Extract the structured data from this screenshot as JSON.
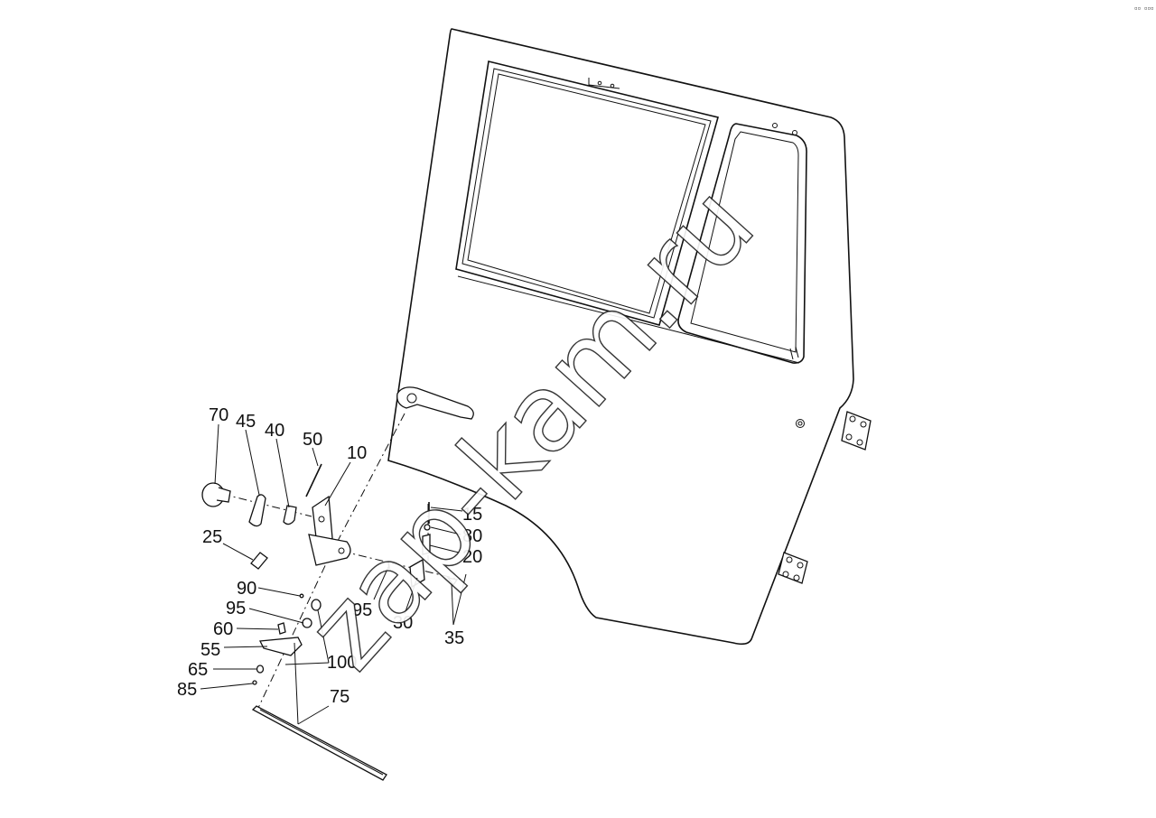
{
  "watermark": "zap-kam.ru",
  "corner_mark": "▫▫ ▫▫▫",
  "labels": [
    "70",
    "45",
    "40",
    "50",
    "10",
    "25",
    "15",
    "80",
    "20",
    "90",
    "95",
    "60",
    "55",
    "65",
    "85",
    "95",
    "30",
    "35",
    "100",
    "75"
  ]
}
